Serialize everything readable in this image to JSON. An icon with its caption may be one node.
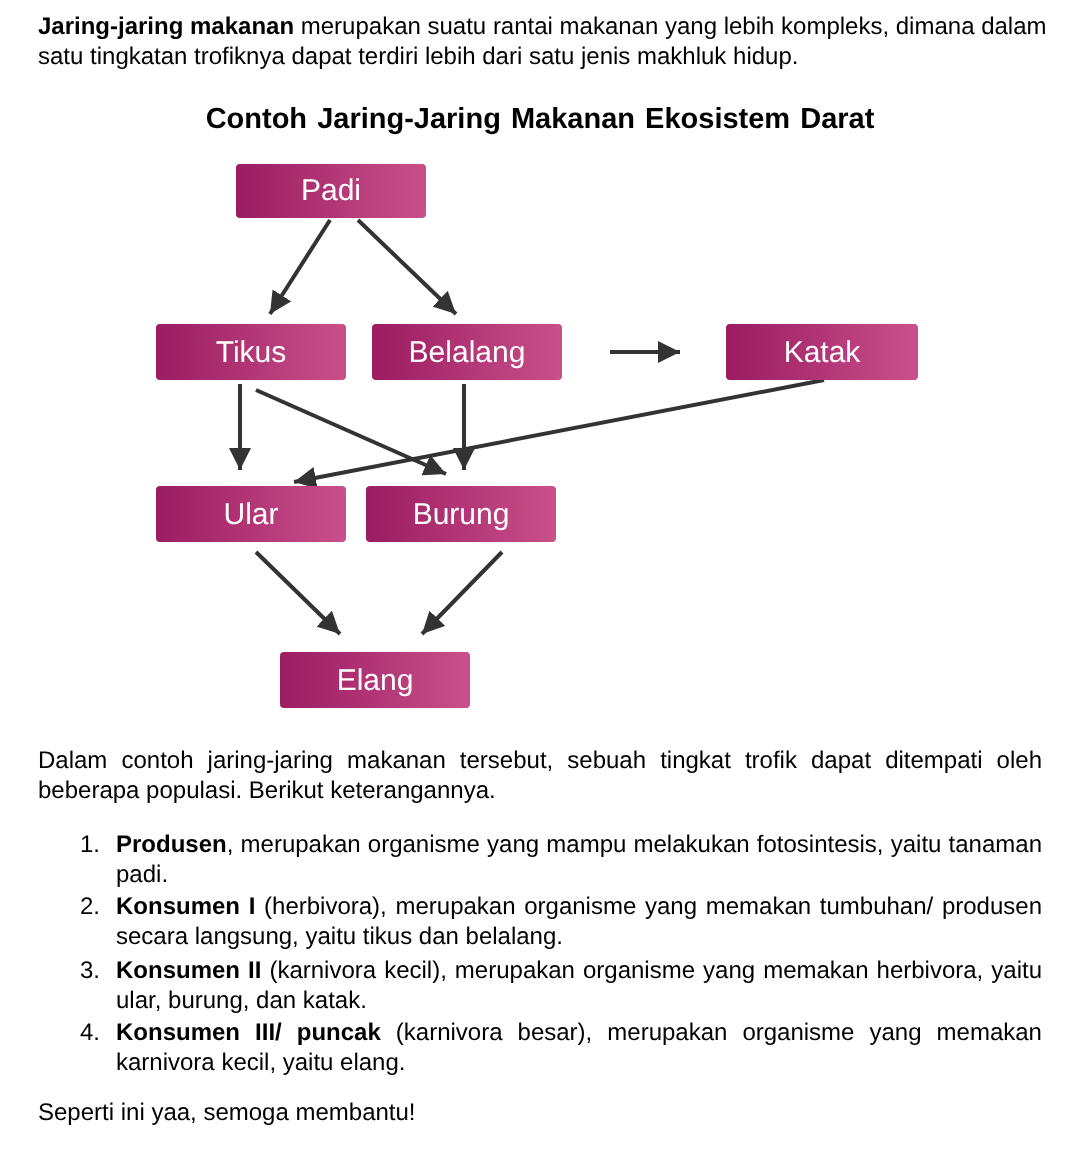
{
  "diagram": {
    "title": "Contoh Jaring-Jaring Makanan Ekosistem Darat",
    "nodes": [
      {
        "text": [
          "Padi"
        ]
      },
      {
        "text": [
          "Tikus"
        ]
      },
      {
        "text": [
          "Belalang"
        ]
      },
      {
        "text": [
          "Katak"
        ]
      },
      {
        "text": [
          "Ular"
        ]
      },
      {
        "text": [
          "Burung"
        ]
      },
      {
        "text": [
          "Elang"
        ]
      }
    ],
    "edges": [
      {
        "from": 0,
        "to": 1,
        "arrow": "to"
      },
      {
        "from": 0,
        "to": 2,
        "arrow": "to"
      },
      {
        "from": 2,
        "to": 3,
        "arrow": "to"
      },
      {
        "from": 1,
        "to": 4,
        "arrow": "to"
      },
      {
        "from": 1,
        "to": 5,
        "arrow": "to"
      },
      {
        "from": 2,
        "to": 5,
        "arrow": "to"
      },
      {
        "from": 3,
        "to": 4,
        "arrow": "to"
      },
      {
        "from": 4,
        "to": 6,
        "arrow": "to"
      },
      {
        "from": 5,
        "to": 6,
        "arrow": "to"
      }
    ],
    "labels": [
      "**Jaring-jaring makanan** merupakan suatu rantai makanan yang lebih kompleks, dimana dalam satu tingkatan trofiknya dapat terdiri lebih dari satu jenis makhluk hidup.",
      "Dalam contoh jaring-jaring makanan tersebut, sebuah tingkat trofik dapat ditempati oleh beberapa populasi. Berikut keterangannya.",
      "1.",
      "**Produsen**, merupakan organisme yang mampu melakukan fotosintesis, yaitu tanaman padi.",
      "2.",
      "**Konsumen I** (herbivora), merupakan organisme yang memakan tumbuhan/ produsen secara langsung, yaitu tikus dan belalang.",
      "3.",
      "**Konsumen II** (karnivora kecil), merupakan organisme yang memakan herbivora, yaitu ular, burung, dan katak.",
      "4.",
      "**Konsumen III/ puncak** (karnivora besar), merupakan organisme yang memakan karnivora kecil, yaitu elang.",
      "Seperti ini yaa, semoga membantu!"
    ]
  }
}
